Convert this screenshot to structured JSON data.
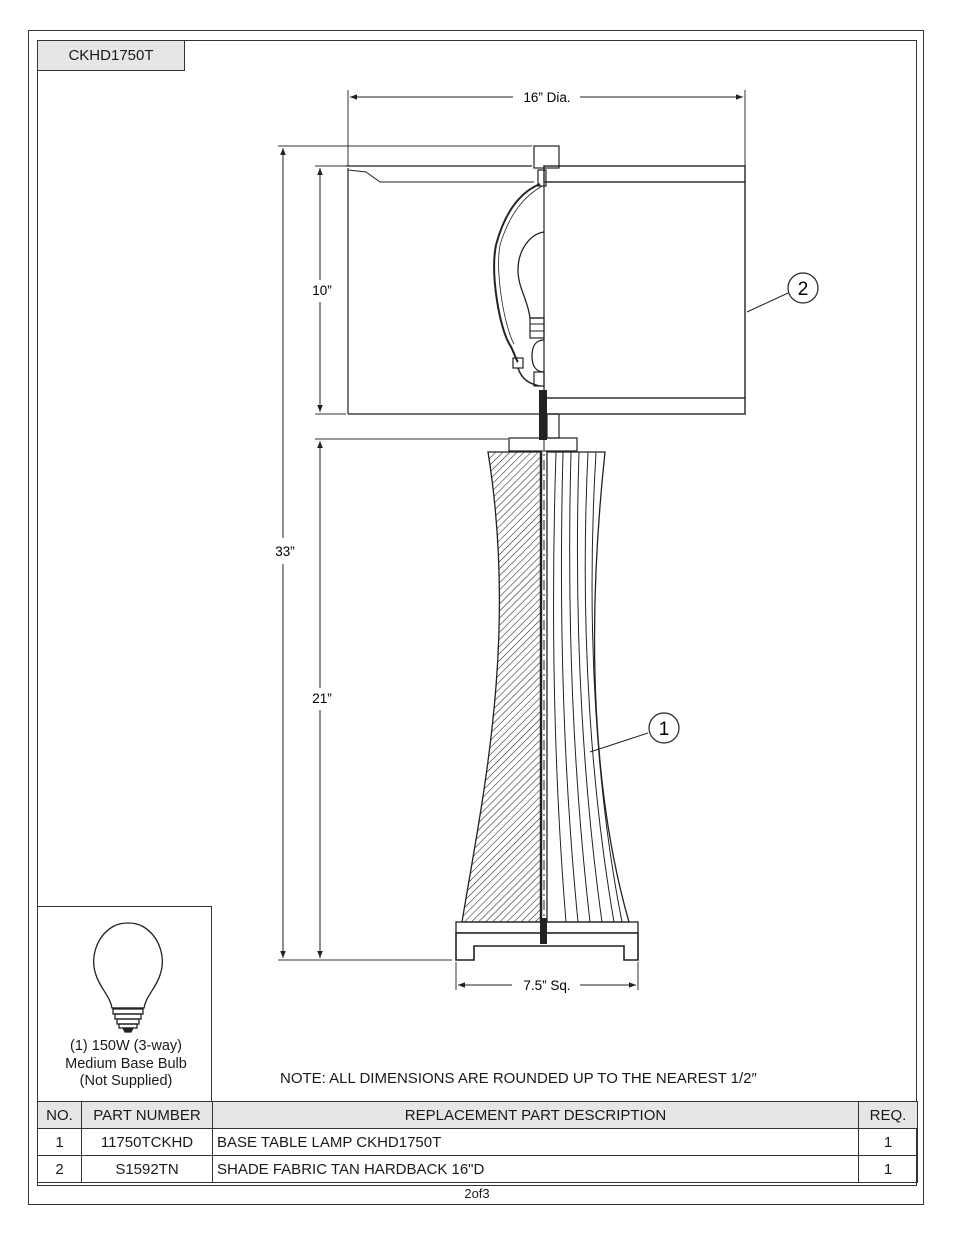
{
  "model_tab": "CKHD1750T",
  "dimensions": {
    "shade_diameter": "16” Dia.",
    "overall_height": "33”",
    "shade_height": "10”",
    "base_height": "21”",
    "base_width": "7.5” Sq."
  },
  "callouts": [
    "2",
    "1"
  ],
  "bulb": {
    "line1": "(1) 150W (3-way)",
    "line2": "Medium Base Bulb",
    "line3": "(Not Supplied)"
  },
  "note": "NOTE:  ALL DIMENSIONS ARE ROUNDED UP TO THE NEAREST  1/2″",
  "table": {
    "headers": [
      "NO.",
      "PART NUMBER",
      "REPLACEMENT PART DESCRIPTION",
      "REQ."
    ],
    "rows": [
      {
        "no": "1",
        "part": "11750TCKHD",
        "desc": "BASE TABLE LAMP CKHD1750T",
        "req": "1"
      },
      {
        "no": "2",
        "part": "S1592TN",
        "desc": "SHADE FABRIC TAN HARDBACK 16\"D",
        "req": "1"
      }
    ]
  },
  "page": "2of3"
}
